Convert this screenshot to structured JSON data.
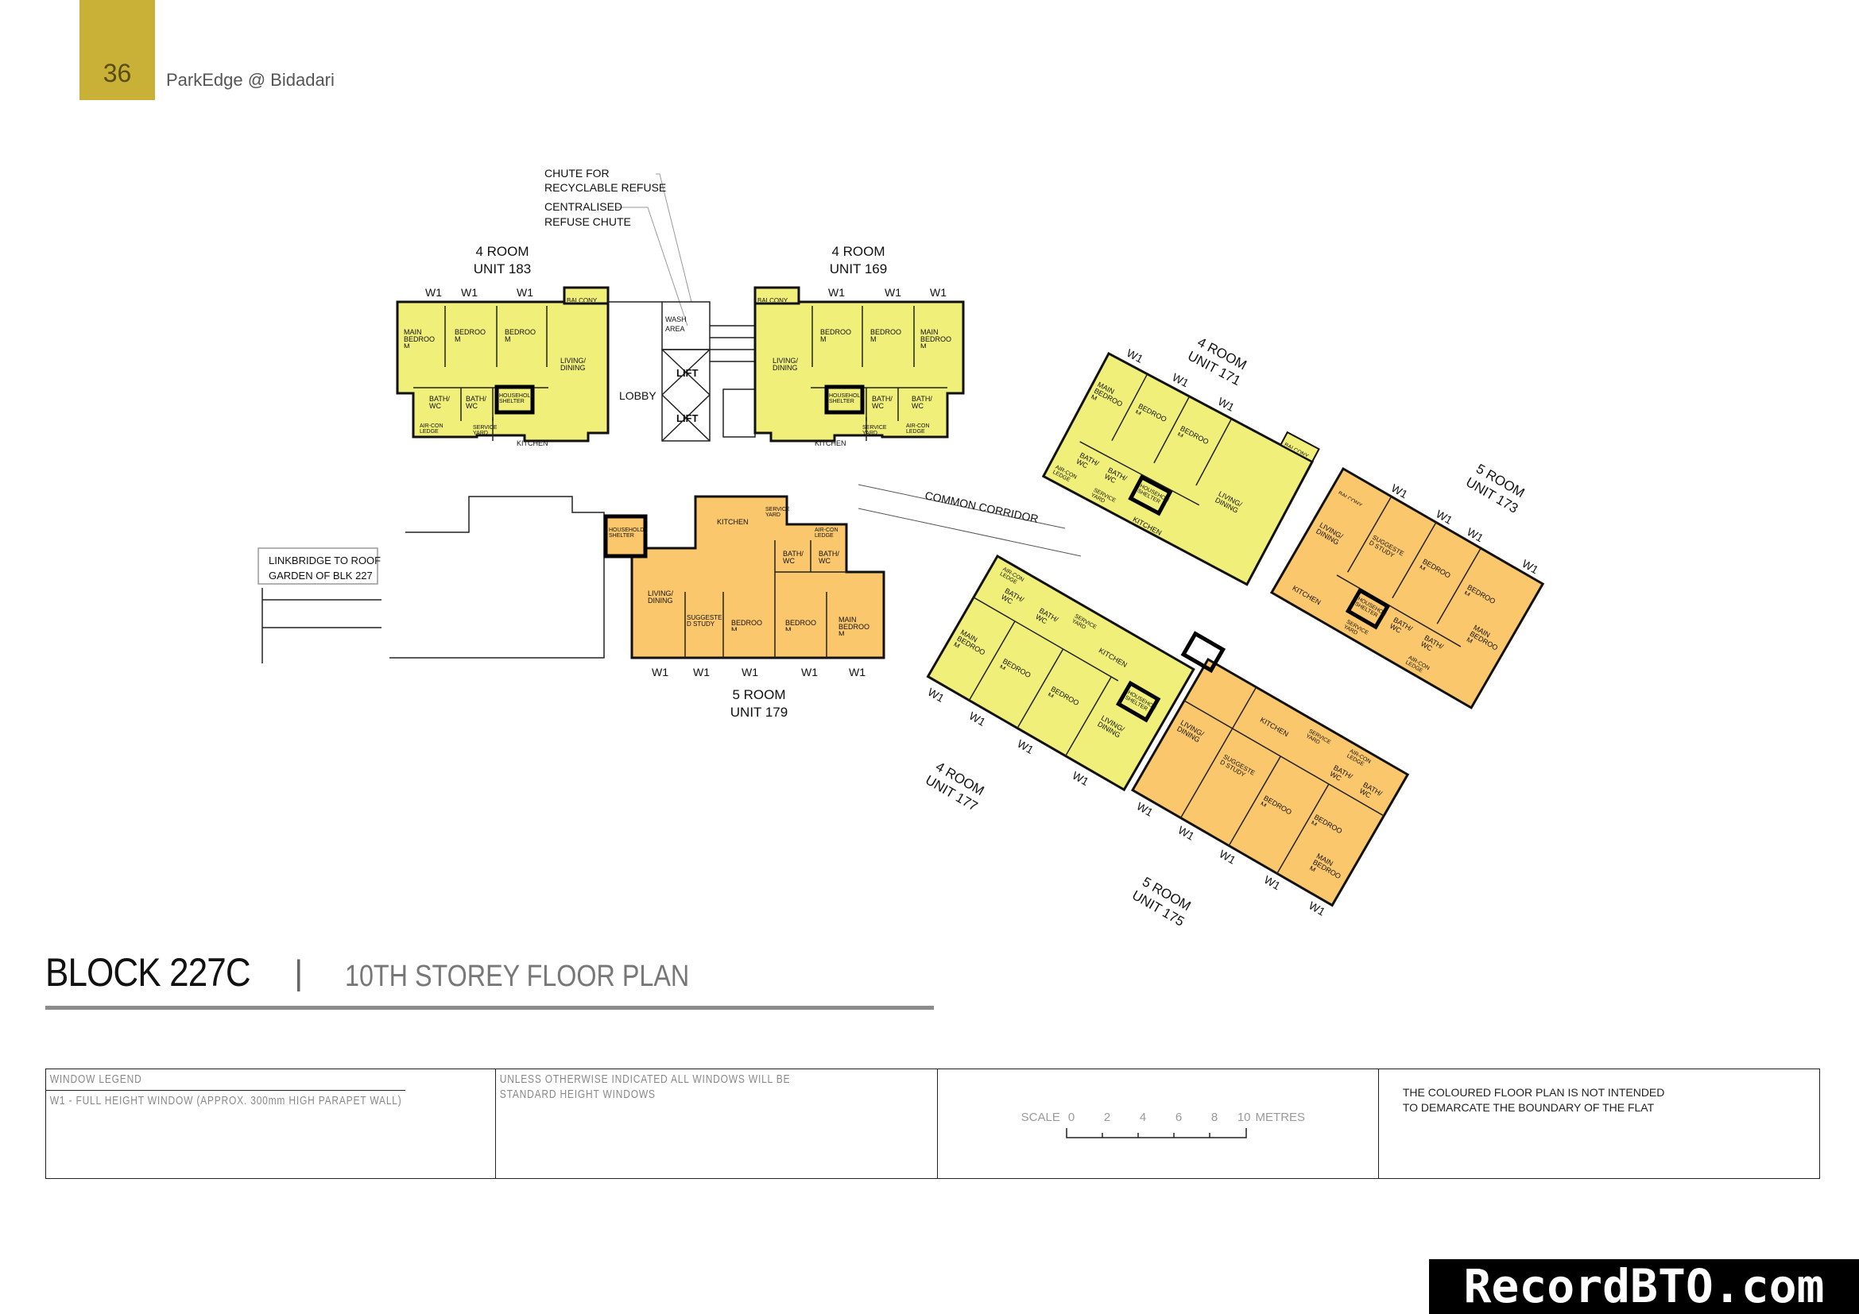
{
  "header": {
    "page_number": "36",
    "project": "ParkEdge @ Bidadari",
    "accent": "#c9b037"
  },
  "colors": {
    "four_room": "#f0ef7a",
    "five_room": "#fbc76c"
  },
  "plan_labels": {
    "chute_recyclable": [
      "CHUTE FOR",
      "RECYCLABLE REFUSE"
    ],
    "refuse_chute": [
      "CENTRALISED",
      "REFUSE CHUTE"
    ],
    "lobby": "LOBBY",
    "lift": "LIFT",
    "wash_area": [
      "WASH",
      "AREA"
    ],
    "common_corridor": "COMMON CORRIDOR",
    "linkbridge": [
      "LINKBRIDGE TO ROOF",
      "GARDEN OF BLK 227"
    ],
    "window": "W1"
  },
  "units": {
    "u183": {
      "type": "4 ROOM",
      "unit": "UNIT 183"
    },
    "u169": {
      "type": "4 ROOM",
      "unit": "UNIT 169"
    },
    "u179": {
      "type": "5 ROOM",
      "unit": "UNIT 179"
    },
    "u171": {
      "type": "4 ROOM",
      "unit": "UNIT 171"
    },
    "u173": {
      "type": "5 ROOM",
      "unit": "UNIT 173"
    },
    "u177": {
      "type": "4 ROOM",
      "unit": "UNIT 177"
    },
    "u175": {
      "type": "5 ROOM",
      "unit": "UNIT 175"
    }
  },
  "rooms": {
    "main_bedroom": "MAIN BEDROOM",
    "bedroom": "BEDROOM",
    "living": "LIVING/ DINING",
    "bath": "BATH/ WC",
    "shelter": "HOUSEHOLD SHELTER",
    "kitchen": "KITCHEN",
    "service_yard": "SERVICE YARD",
    "aircon": "AIR-CON LEDGE",
    "balcony": "BALCONY",
    "study": "SUGGESTED STUDY"
  },
  "title": {
    "block": "BLOCK 227C",
    "separator": "|",
    "storey": "10TH  STOREY FLOOR PLAN"
  },
  "legend": {
    "heading": "WINDOW LEGEND",
    "w1": "W1 - FULL HEIGHT WINDOW (APPROX. 300mm HIGH PARAPET WALL)",
    "note": [
      "UNLESS OTHERWISE INDICATED ALL WINDOWS WILL BE",
      "STANDARD HEIGHT WINDOWS"
    ],
    "scale": {
      "label": "SCALE",
      "ticks": [
        "0",
        "2",
        "4",
        "6",
        "8",
        "10"
      ],
      "unit": "METRES"
    },
    "disclaimer": [
      "THE COLOURED FLOOR PLAN IS NOT INTENDED",
      "TO DEMARCATE THE BOUNDARY OF THE FLAT"
    ]
  },
  "watermark": "RecordBTO.com"
}
